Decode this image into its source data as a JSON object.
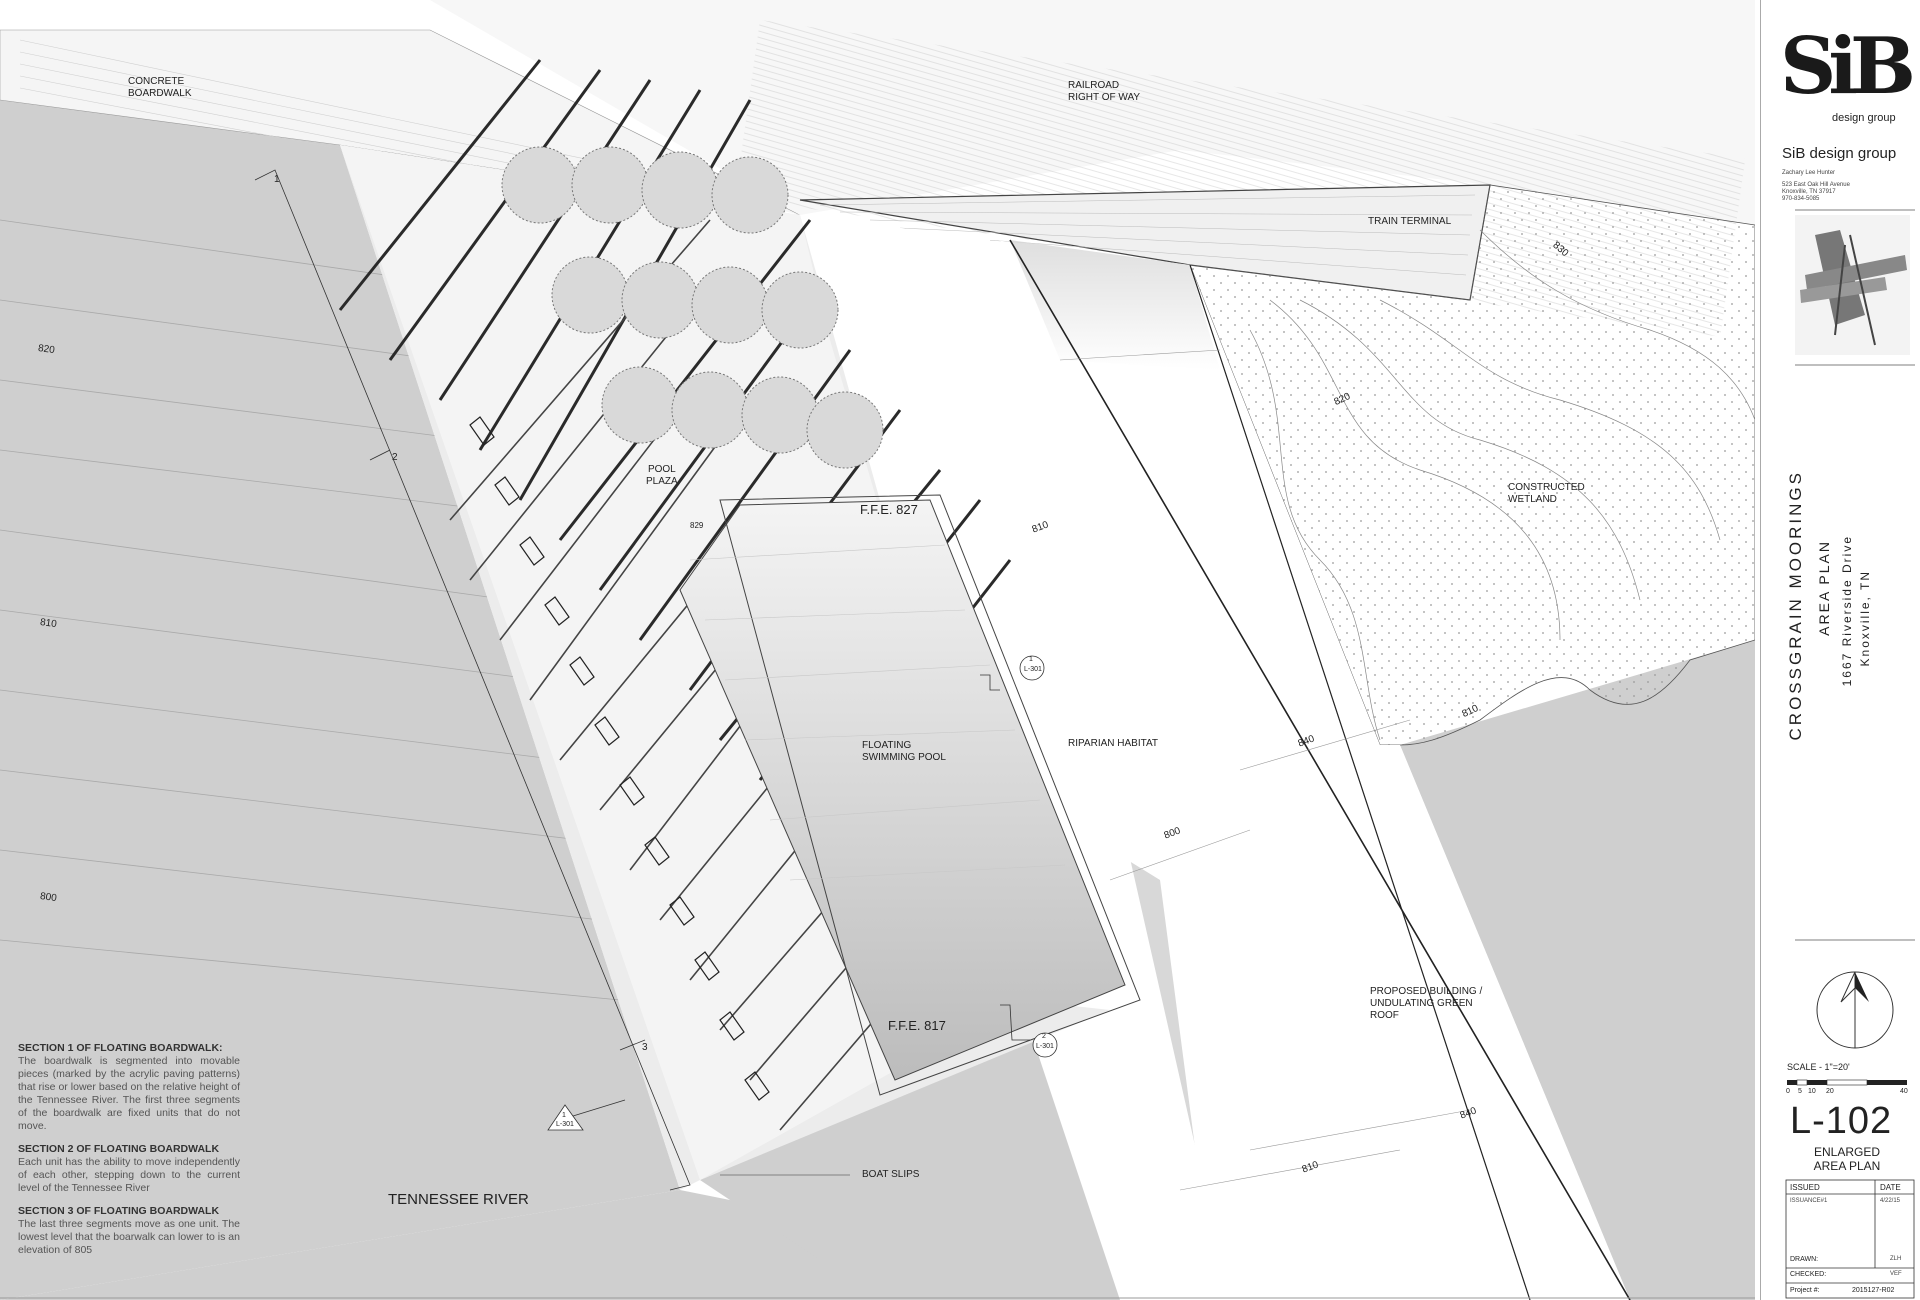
{
  "firm": {
    "logo_text": "SiB",
    "logo_subtitle": "design group",
    "name": "SiB design group",
    "person": "Zachary Lee Hunter",
    "address1": "523 East Oak Hill Avenue",
    "address2": "Knoxville, TN 37917",
    "phone": "970-834-5085"
  },
  "project": {
    "title": "CROSSGRAIN MOORINGS",
    "subtitle": "AREA PLAN",
    "address": "1667 Riverside Drive",
    "city": "Knoxville, TN"
  },
  "scale": {
    "label": "SCALE - 1\"=20'",
    "ticks": [
      "0",
      "5",
      "10",
      "20",
      "40"
    ]
  },
  "sheet": {
    "number": "L-102",
    "title_line1": "ENLARGED",
    "title_line2": "AREA PLAN"
  },
  "issue_table": {
    "issued_header": "ISSUED",
    "date_header": "DATE",
    "issued_value": "ISSUANCE#1",
    "date_value": "4/22/15",
    "drawn_label": "DRAWN:",
    "drawn_value": "ZLH",
    "checked_label": "CHECKED:",
    "checked_value": "VEF",
    "project_label": "Project #:",
    "project_value": "2015127-R02"
  },
  "plan_labels": {
    "concrete_boardwalk": "CONCRETE\nBOARDWALK",
    "railroad": "RAILROAD\nRIGHT OF WAY",
    "train_terminal": "TRAIN TERMINAL",
    "constructed_wetland": "CONSTRUCTED\nWETLAND",
    "pool_plaza": "POOL\nPLAZA",
    "ffe_827": "F.F.E. 827",
    "ffe_817": "F.F.E. 817",
    "spot_829": "829",
    "floating_pool": "FLOATING\nSWIMMING POOL",
    "riparian": "RIPARIAN HABITAT",
    "proposed_building": "PROPOSED BUILDING /\nUNDULATING GREEN\nROOF",
    "boat_slips": "BOAT SLIPS",
    "tennessee_river": "TENNESSEE RIVER"
  },
  "contours": [
    "820",
    "810",
    "800",
    "830",
    "820",
    "810",
    "840",
    "800",
    "810",
    "840",
    "810"
  ],
  "section_numbers": [
    "1",
    "2",
    "3"
  ],
  "callouts": [
    {
      "num": "1",
      "sheet": "L-301"
    },
    {
      "num": "2",
      "sheet": "L-301"
    },
    {
      "num": "1",
      "sheet": "L-301"
    }
  ],
  "notes": [
    {
      "heading": "SECTION 1 OF FLOATING BOARDWALK:",
      "body": "The boardwalk is segmented into movable pieces (marked by the acrylic paving patterns) that rise or lower based on the relative height of the Tennessee River. The first three segments of the boardwalk are fixed units that do not move."
    },
    {
      "heading": "SECTION 2 OF FLOATING BOARDWALK",
      "body": "Each unit has the ability to move independently of each other, stepping down to the current level of the Tennessee River"
    },
    {
      "heading": "SECTION 3 OF FLOATING BOARDWALK",
      "body": "The last three segments move as one unit. The lowest level that the boarwalk can lower to is an elevation of 805"
    }
  ],
  "colors": {
    "river": "#cfcfcf",
    "pool_gradient_top": "#f2f2f2",
    "pool_gradient_bottom": "#bdbdbd",
    "linework": "#333333"
  }
}
